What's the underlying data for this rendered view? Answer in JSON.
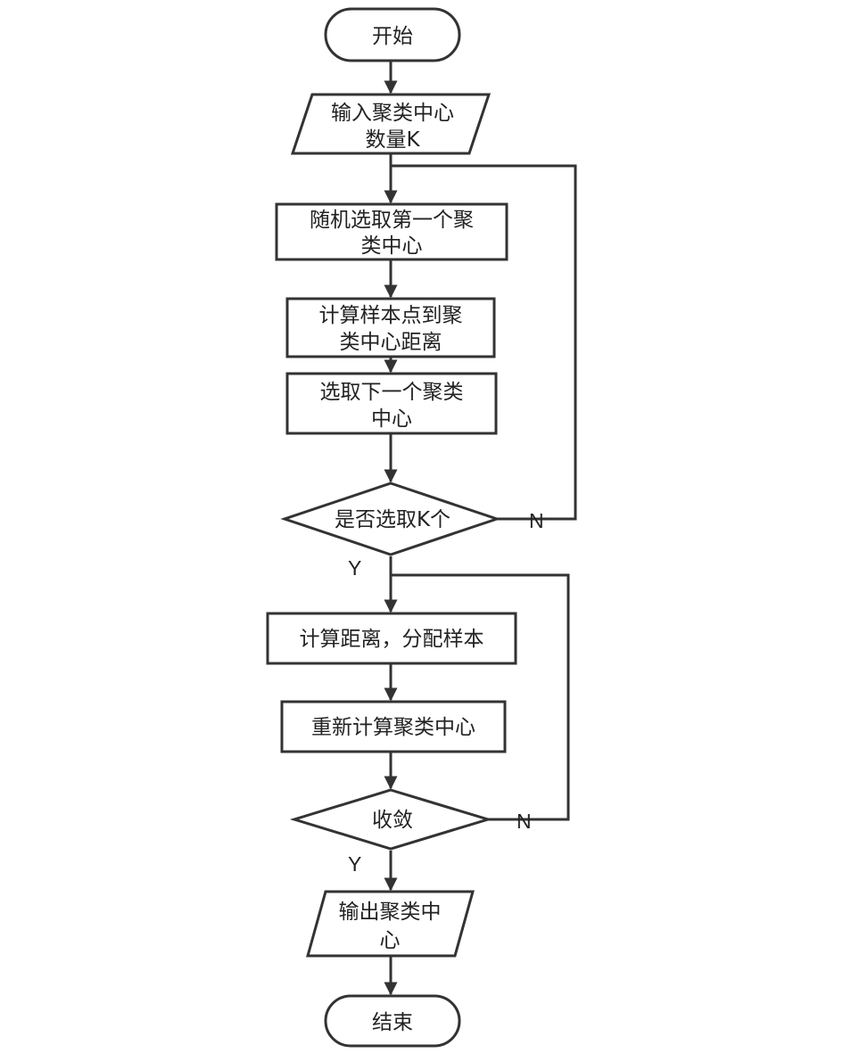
{
  "flowchart": {
    "start": "开始",
    "input_k": [
      "输入聚类中心",
      "数量K"
    ],
    "pick_first": [
      "随机选取第一个聚",
      "类中心"
    ],
    "calc_distance": [
      "计算样本点到聚",
      "类中心距离"
    ],
    "pick_next": [
      "选取下一个聚类",
      "中心"
    ],
    "decision_k": "是否选取K个",
    "decision_k_no": "N",
    "decision_k_yes": "Y",
    "assign": "计算距离，分配样本",
    "recompute": "重新计算聚类中心",
    "converge": "收敛",
    "converge_no": "N",
    "converge_yes": "Y",
    "output": [
      "输出聚类中",
      "心"
    ],
    "end": "结束"
  },
  "colors": {
    "stroke": "#333333",
    "fill": "#ffffff",
    "text": "#222222"
  }
}
